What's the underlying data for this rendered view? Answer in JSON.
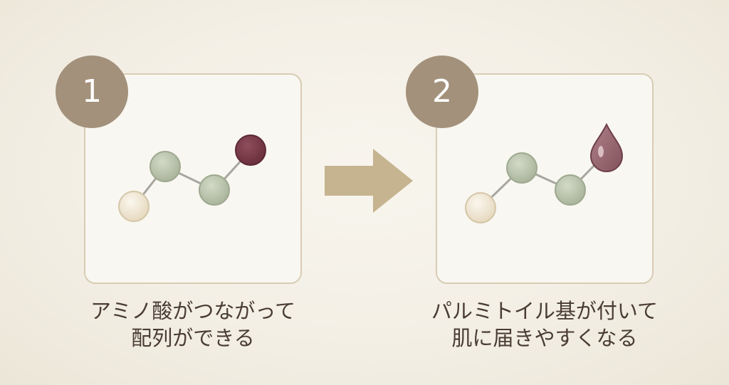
{
  "steps": [
    {
      "number": "1",
      "caption_line1": "アミノ酸がつながって",
      "caption_line2": "配列ができる",
      "end_shape": "dark-red-sphere"
    },
    {
      "number": "2",
      "caption_line1": "パルミトイル基が付いて",
      "caption_line2": "肌に届きやすくなる",
      "end_shape": "oil-droplet"
    }
  ],
  "arrow": {
    "direction": "right",
    "icon": "right-arrow-icon"
  },
  "colors": {
    "background": "#f3efe5",
    "panel_border": "#d8ccb4",
    "badge": "#a3917b",
    "cream_sphere": "#efe5d0",
    "green_sphere": "#bfc8b2",
    "dark_sphere": "#7a3e4a",
    "droplet": "#9a6a72",
    "arrow": "#c5b48f",
    "text": "#4a3c33"
  }
}
